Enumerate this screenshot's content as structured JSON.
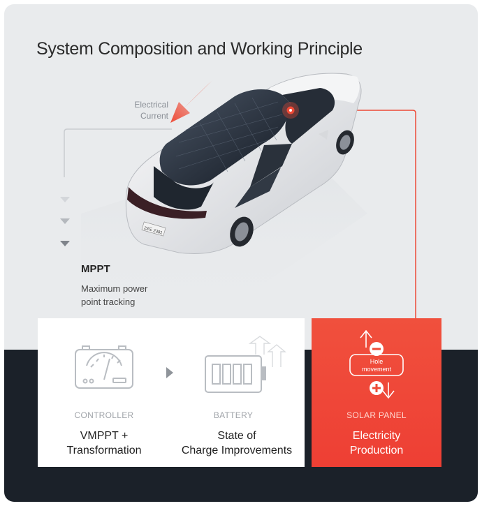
{
  "title": "System Composition and Working Principle",
  "electrical_current": [
    "Electrical",
    "Current"
  ],
  "mppt": {
    "heading": "MPPT",
    "description": [
      "Maximum power",
      "point tracking"
    ]
  },
  "car": {
    "plate": "23도 2381"
  },
  "solar_icon": {
    "hole_text": [
      "Hole",
      "movement"
    ]
  },
  "components": [
    {
      "label": "CONTROLLER",
      "value": [
        "VMPPT +",
        "Transformation"
      ]
    },
    {
      "label": "BATTERY",
      "value": [
        "State of",
        "Charge Improvements"
      ]
    },
    {
      "label": "SOLAR PANEL",
      "value": [
        "Electricity",
        "Production"
      ]
    }
  ],
  "colors": {
    "accent": "#ee4b37",
    "dark": "#1b2129",
    "panel": "#e9ebed"
  }
}
